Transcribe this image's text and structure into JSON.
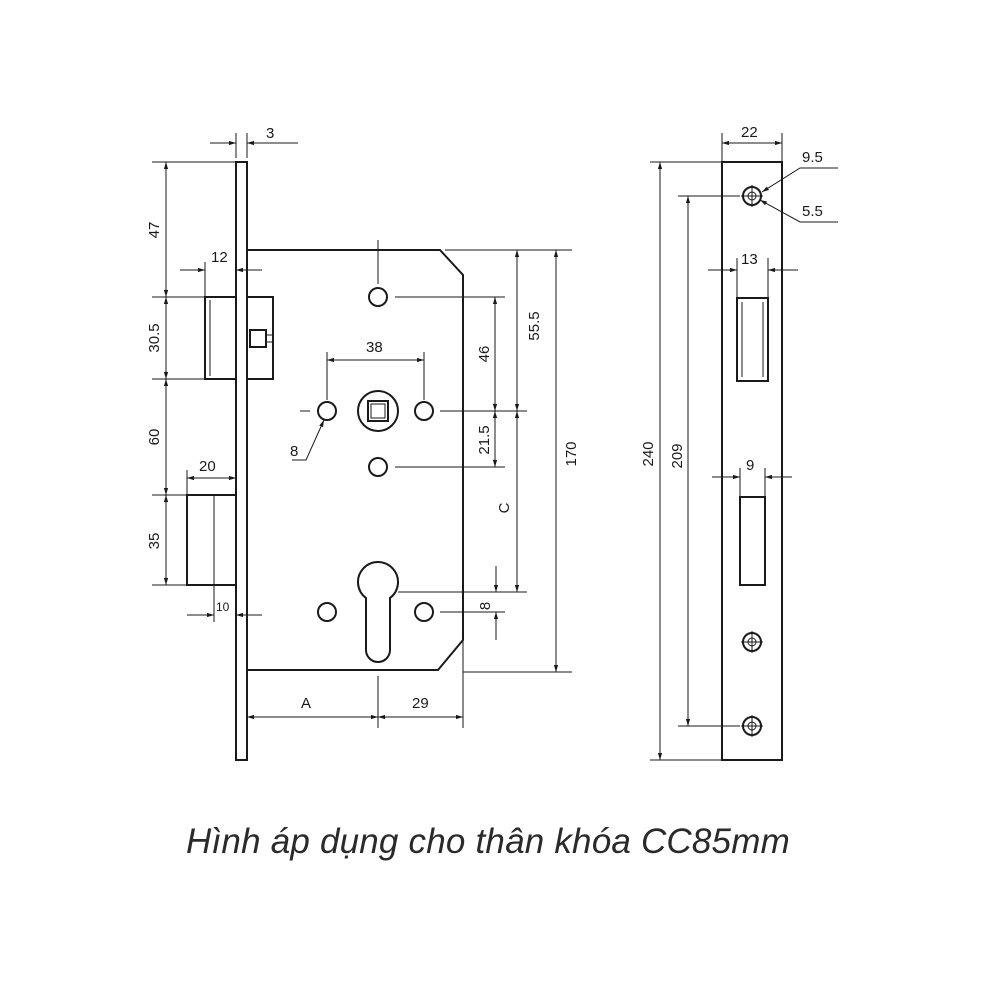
{
  "caption": "Hình áp dụng cho thân khóa CC85mm",
  "side_view": {
    "faceplate_thickness": "3",
    "top_offset": "47",
    "latch_depth": "12",
    "latch_height": "30.5",
    "latch_to_bolt": "60",
    "bolt_projection": "20",
    "bolt_height": "35",
    "bolt_offset": "10",
    "hole_spacing_h": "38",
    "hole_diameter": "8",
    "hole_spacing_v": "46",
    "lower_spacing": "21.5",
    "top_to_spindle": "55.5",
    "body_height": "170",
    "center_distance": "C",
    "cylinder_offset": "8",
    "backset": "A",
    "cylinder_to_edge": "29"
  },
  "front_view": {
    "faceplate_width": "22",
    "screw_head": "9.5",
    "screw_hole": "5.5",
    "latch_window": "13",
    "faceplate_length": "240",
    "screw_spacing": "209",
    "bolt_window": "9"
  }
}
